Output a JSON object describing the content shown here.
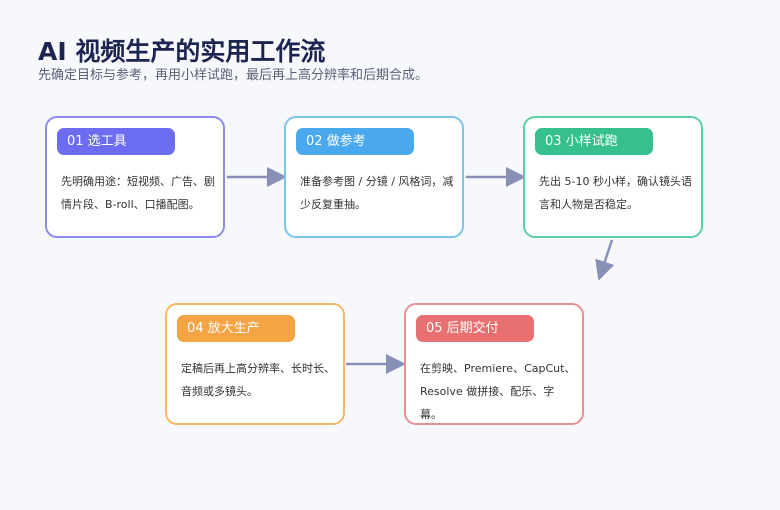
{
  "title": "AI 视频生产的实用工作流",
  "subtitle": "先确定目标与参考，再用小样试跑，最后再上高分辨率和后期合成。",
  "steps": [
    {
      "label": "01 选工具",
      "desc": "先明确用途：短视频、广告、剧情片段、B-roll、口播配图。",
      "color": "#6c6cf0",
      "border": "#8c8ce8"
    },
    {
      "label": "02 做参考",
      "desc": "准备参考图 / 分镜 / 风格词，减少反复重抽。",
      "color": "#4aa8ec",
      "border": "#7cc4ec"
    },
    {
      "label": "03 小样试跑",
      "desc": "先出 5-10 秒小样，确认镜头语言和人物是否稳定。",
      "color": "#36c08e",
      "border": "#5ccfa4"
    },
    {
      "label": "04 放大生产",
      "desc": "定稿后再上高分辨率、长时长、音频或多镜头。",
      "color": "#f5a444",
      "border": "#f5b866"
    },
    {
      "label": "05 后期交付",
      "desc": "在剪映、Premiere、CapCut、Resolve 做拼接、配乐、字幕。",
      "color": "#e87070",
      "border": "#e89090"
    }
  ]
}
